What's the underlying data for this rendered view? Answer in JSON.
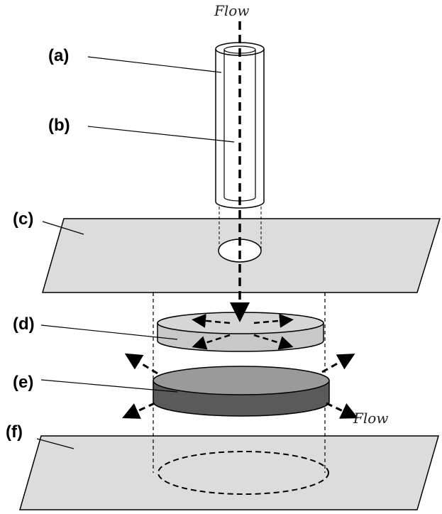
{
  "labels": {
    "a": "(a)",
    "b": "(b)",
    "c": "(c)",
    "d": "(d)",
    "e": "(e)",
    "f": "(f)"
  },
  "flow_top": "Flow",
  "flow_right": "Flow",
  "colors": {
    "plate": "#dcdcdc",
    "disk_light": "#c8c8c8",
    "disk_dark": "#5a5a5a",
    "disk_dark_top": "#9a9a9a",
    "line": "#000000"
  }
}
